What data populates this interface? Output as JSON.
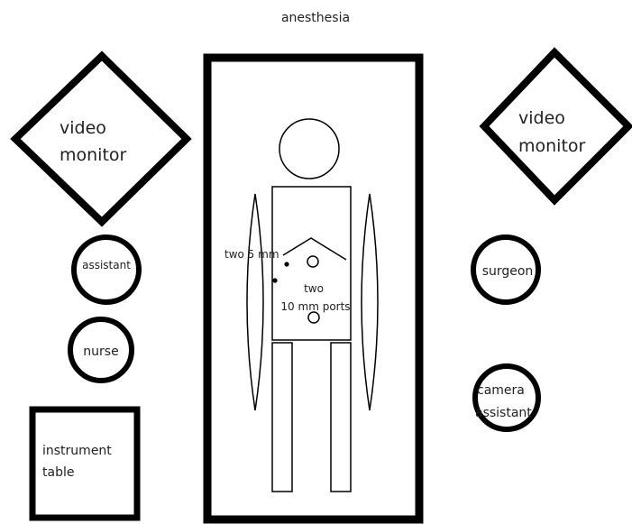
{
  "title": "anesthesia",
  "left_monitor": {
    "line1": "video",
    "line2": "monitor"
  },
  "right_monitor": {
    "line1": "video",
    "line2": "monitor"
  },
  "assistant": "assistant",
  "nurse": "nurse",
  "instrument_table": {
    "line1": "instrument",
    "line2": "table"
  },
  "surgeon": "surgeon",
  "camera_assistant": {
    "line1": "camera",
    "line2": "assistant"
  },
  "ports": {
    "small_label": "two 5 mm",
    "large_line1": "two",
    "large_line2": "10 mm ports"
  },
  "colors": {
    "outline": "#000000",
    "text": "#222222",
    "background": "#ffffff"
  }
}
